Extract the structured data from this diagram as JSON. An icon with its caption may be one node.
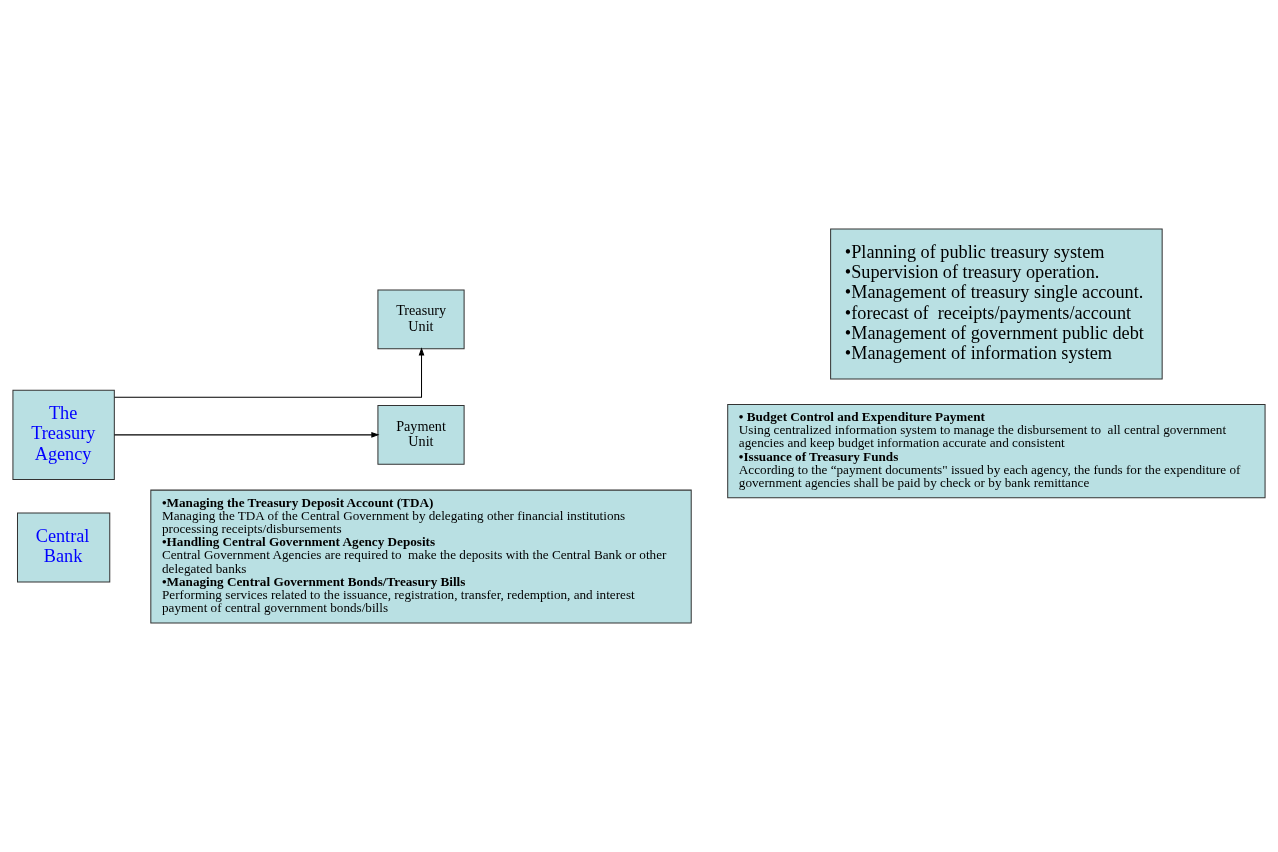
{
  "diagram": {
    "nodes": [
      {
        "text": [
          "The Treasury Agency"
        ]
      },
      {
        "text": [
          "Treasury Unit"
        ]
      },
      {
        "text": [
          "•Planning of public treasury system",
          "•Supervision of treasury operation.",
          "•Management of treasury single account.",
          "•forecast of  receipts/payments/account",
          "•Management of government public debt",
          "•Management of information system"
        ]
      },
      {
        "text": [
          "Payment Unit"
        ]
      },
      {
        "text": [
          "• Budget Control and Expenditure Payment",
          "Using centralized information system to manage the disbursement to  all central government agencies and keep budget information accurate and consistent",
          "•Issuance of Treasury Funds",
          "According to the “payment documents\" issued by each agency, the funds for the expenditure of  government agencies shall be paid by check or by bank remittance"
        ]
      },
      {
        "text": [
          "Central Bank"
        ]
      },
      {
        "text": [
          "•Managing the Treasury Deposit Account (TDA)",
          "Managing the TDA of the Central Government by delegating other financial institutions processing receipts/disbursements",
          "•Handling Central Government Agency Deposits",
          "Central Government Agencies are required to  make the deposits with the Central Bank or other delegated banks",
          "•Managing Central Government Bonds/Treasury Bills",
          "Performing services related to the issuance, registration, transfer, redemption, and interest payment of central government bonds/bills"
        ]
      }
    ],
    "edges": [
      {
        "from": 0,
        "to": 1,
        "arrow": "to"
      },
      {
        "from": 0,
        "to": 3,
        "arrow": "to"
      }
    ]
  }
}
